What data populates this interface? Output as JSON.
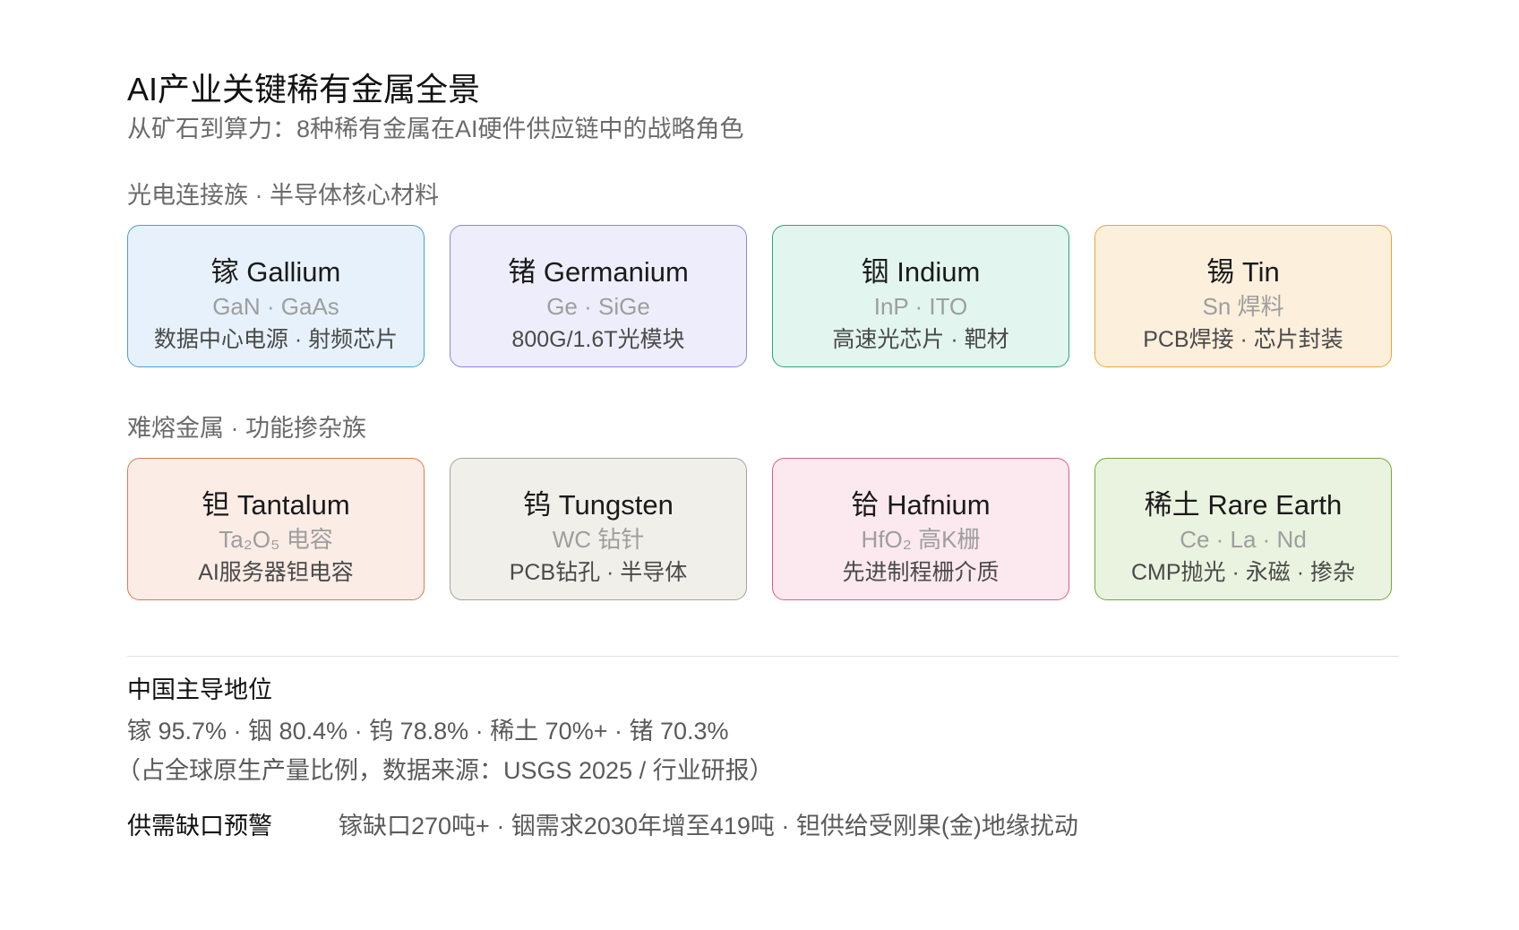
{
  "title": "AI产业关键稀有金属全景",
  "subtitle": "从矿石到算力：8种稀有金属在AI硬件供应链中的战略角色",
  "sections": [
    {
      "title": "光电连接族 · 半导体核心材料",
      "cards": [
        {
          "name": "镓 Gallium",
          "symbols": "GaN · GaAs",
          "applications": "数据中心电源 · 射频芯片",
          "bg": "#e6f1fb",
          "border": "#4a9fd8"
        },
        {
          "name": "锗 Germanium",
          "symbols": "Ge · SiGe",
          "applications": "800G/1.6T光模块",
          "bg": "#eeedfc",
          "border": "#8d86dc"
        },
        {
          "name": "铟 Indium",
          "symbols": "InP · ITO",
          "applications": "高速光芯片 · 靶材",
          "bg": "#e2f5ee",
          "border": "#2aa57e"
        },
        {
          "name": "锡 Tin",
          "symbols": "Sn 焊料",
          "applications": "PCB焊接 · 芯片封装",
          "bg": "#fcefdc",
          "border": "#e9a63a"
        }
      ]
    },
    {
      "title": "难熔金属 · 功能掺杂族",
      "cards": [
        {
          "name": "钽 Tantalum",
          "symbols": "Ta₂O₅ 电容",
          "applications": "AI服务器钽电容",
          "bg": "#fbece6",
          "border": "#de7a50"
        },
        {
          "name": "钨 Tungsten",
          "symbols": "WC 钻针",
          "applications": "PCB钻孔 · 半导体",
          "bg": "#f1efe9",
          "border": "#a5a39b"
        },
        {
          "name": "铪 Hafnium",
          "symbols": "HfO₂ 高K栅",
          "applications": "先进制程栅介质",
          "bg": "#fce9ef",
          "border": "#dc5d8a"
        },
        {
          "name": "稀土 Rare Earth",
          "symbols": "Ce · La · Nd",
          "applications": "CMP抛光 · 永磁 · 掺杂",
          "bg": "#e9f3df",
          "border": "#71a93a"
        }
      ]
    }
  ],
  "dominance": {
    "title": "中国主导地位",
    "values": "镓 95.7% · 铟 80.4% · 钨 78.8% · 稀土 70%+ · 锗 70.3%",
    "note": "（占全球原生产量比例，数据来源：USGS 2025 / 行业研报）"
  },
  "warning": {
    "title": "供需缺口预警",
    "text": "镓缺口270吨+ · 铟需求2030年增至419吨 · 钽供给受刚果(金)地缘扰动"
  }
}
